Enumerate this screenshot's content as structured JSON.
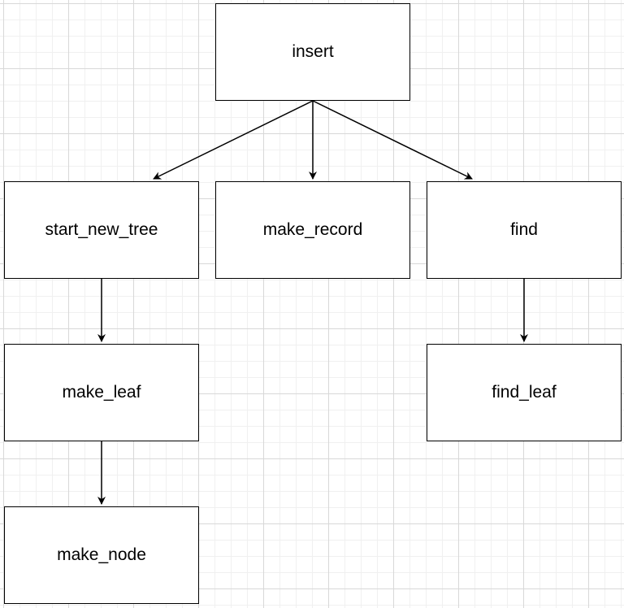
{
  "diagram": {
    "nodes": [
      {
        "id": "insert",
        "label": "insert"
      },
      {
        "id": "start_new_tree",
        "label": "start_new_tree"
      },
      {
        "id": "make_record",
        "label": "make_record"
      },
      {
        "id": "find",
        "label": "find"
      },
      {
        "id": "make_leaf",
        "label": "make_leaf"
      },
      {
        "id": "find_leaf",
        "label": "find_leaf"
      },
      {
        "id": "make_node",
        "label": "make_node"
      }
    ],
    "edges": [
      {
        "from": "insert",
        "to": "start_new_tree"
      },
      {
        "from": "insert",
        "to": "make_record"
      },
      {
        "from": "insert",
        "to": "find"
      },
      {
        "from": "start_new_tree",
        "to": "make_leaf"
      },
      {
        "from": "make_leaf",
        "to": "make_node"
      },
      {
        "from": "find",
        "to": "find_leaf"
      }
    ],
    "colors": {
      "stroke": "#000000",
      "fill": "#ffffff",
      "grid": "#d8d8d8"
    }
  }
}
